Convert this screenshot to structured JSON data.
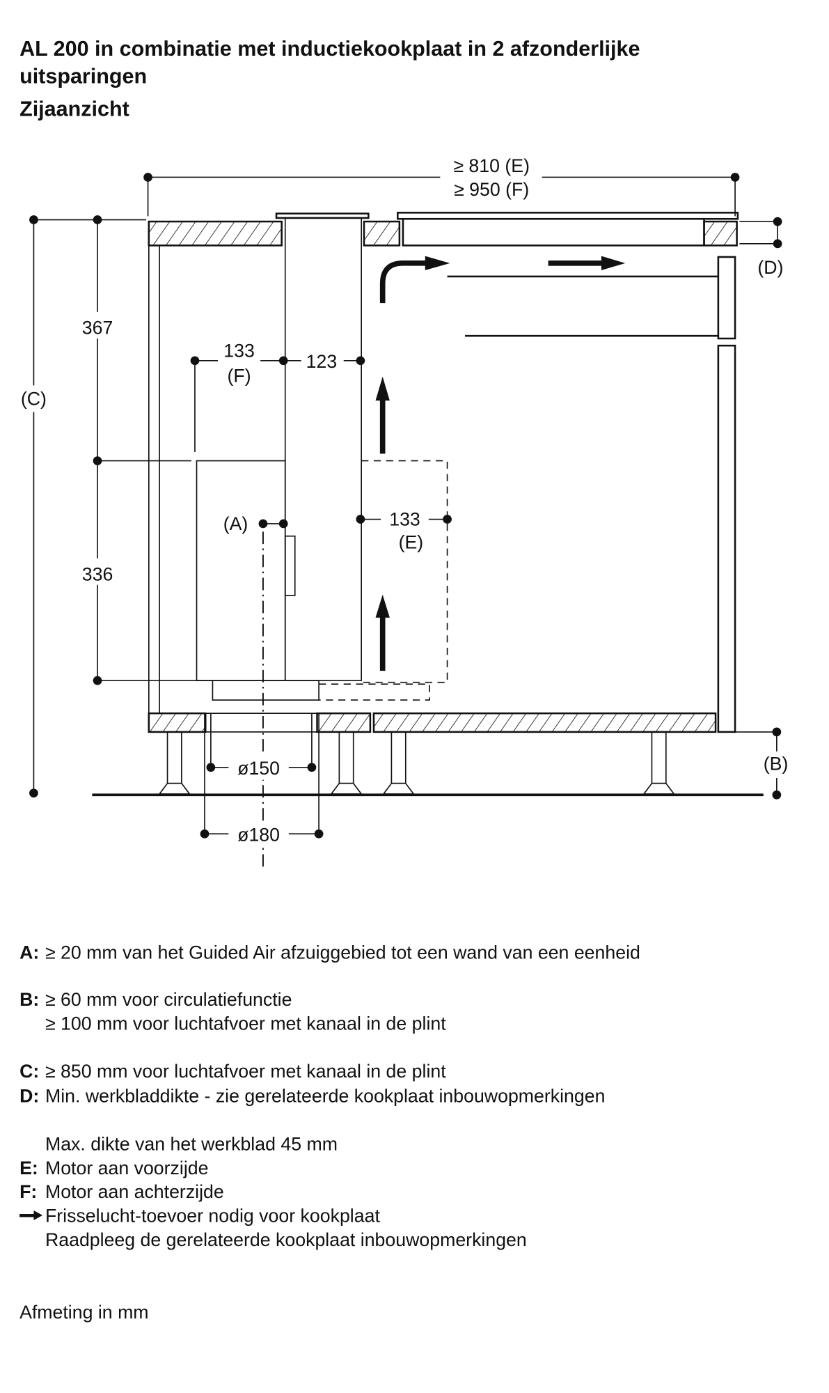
{
  "title": {
    "line1": "AL 200 in combinatie met inductiekookplaat in 2 afzonderlijke",
    "line2": "uitsparingen",
    "subtitle": "Zijaanzicht"
  },
  "diagram": {
    "width_e": "≥ 810 (E)",
    "width_f": "≥ 950 (F)",
    "label_c": "(C)",
    "label_d": "(D)",
    "label_b": "(B)",
    "label_a": "(A)",
    "dim_367": "367",
    "dim_336": "336",
    "dim_133f_value": "133",
    "dim_133f_tag": "(F)",
    "dim_123": "123",
    "dim_133e_value": "133",
    "dim_133e_tag": "(E)",
    "dia_150": "ø150",
    "dia_180": "ø180"
  },
  "legend": {
    "a_key": "A:",
    "a_text": "≥ 20 mm van het Guided Air afzuiggebied tot een wand van een eenheid",
    "b_key": "B:",
    "b_text1": "≥ 60 mm voor circulatiefunctie",
    "b_text2": "≥ 100 mm voor luchtafvoer met kanaal in de plint",
    "c_key": "C:",
    "c_text": "≥ 850 mm voor luchtafvoer met kanaal in de plint",
    "d_key": "D:",
    "d_text1": "Min. werkbladdikte - zie gerelateerde kookplaat inbouwopmerkingen",
    "d_text2": "Max. dikte van het werkblad 45 mm",
    "e_key": "E:",
    "e_text": "Motor aan voorzijde",
    "f_key": "F:",
    "f_text": "Motor aan achterzijde",
    "arrow_icon": "arrow-right-icon",
    "arrow_text1": "Frisselucht-toevoer nodig voor kookplaat",
    "arrow_text2": "Raadpleeg de gerelateerde kookplaat inbouwopmerkingen",
    "units": "Afmeting in mm"
  }
}
